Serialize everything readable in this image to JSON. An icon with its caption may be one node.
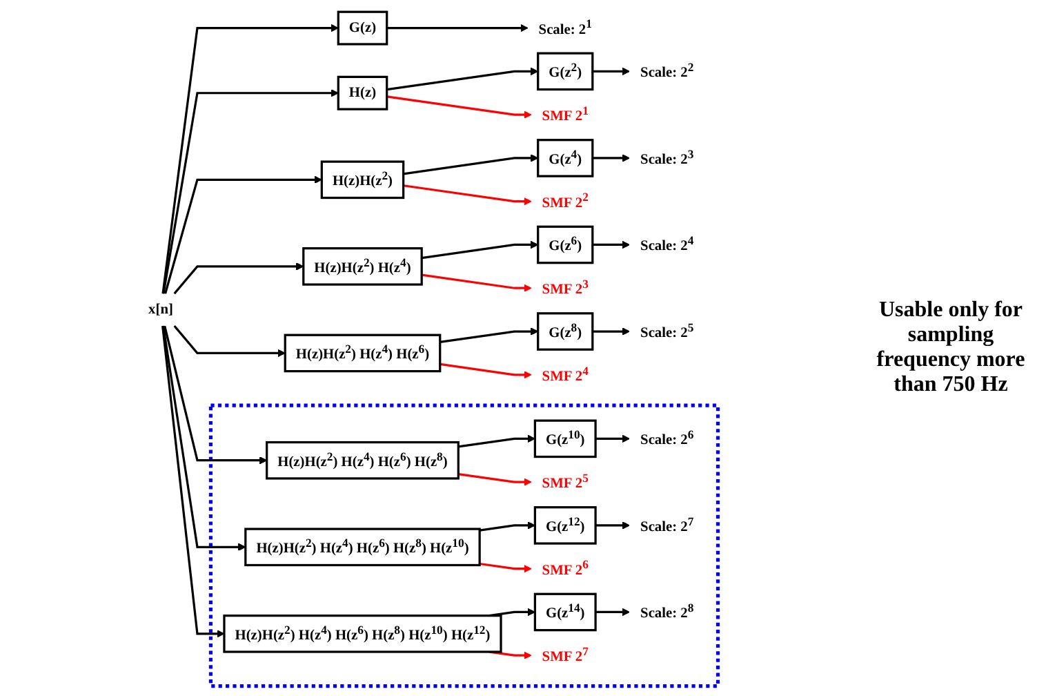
{
  "diagram": {
    "nodes": [
      {
        "text": [
          "x[n]"
        ]
      },
      {
        "text": [
          "G(z)"
        ]
      },
      {
        "text": [
          "Scale: 2$^{1}$"
        ]
      },
      {
        "text": [
          "H(z)"
        ]
      },
      {
        "text": [
          "G(z$^{2}$)"
        ]
      },
      {
        "text": [
          "Scale: 2$^{2}$"
        ]
      },
      {
        "text": [
          "SMF 2$^{1}$"
        ]
      },
      {
        "text": [
          "H(z)H(z$^{2}$)"
        ]
      },
      {
        "text": [
          "G(z$^{4}$)"
        ]
      },
      {
        "text": [
          "Scale: 2$^{3}$"
        ]
      },
      {
        "text": [
          "SMF 2$^{2}$"
        ]
      },
      {
        "text": [
          "H(z)H(z$^{2}$) H(z$^{4}$)"
        ]
      },
      {
        "text": [
          "G(z$^{6}$)"
        ]
      },
      {
        "text": [
          "Scale: 2$^{4}$"
        ]
      },
      {
        "text": [
          "SMF 2$^{3}$"
        ]
      },
      {
        "text": [
          "H(z)H(z$^{2}$) H(z$^{4}$) H(z$^{6}$)"
        ]
      },
      {
        "text": [
          "G(z$^{8}$)"
        ]
      },
      {
        "text": [
          "Scale: 2$^{5}$"
        ]
      },
      {
        "text": [
          "SMF 2$^{4}$"
        ]
      },
      {
        "text": [],
        "shape": "box"
      },
      {
        "text": [
          "H(z)H(z$^{2}$) H(z$^{4}$) H(z$^{6}$) H(z$^{8}$)"
        ],
        "in": 19
      },
      {
        "text": [
          "G(z$^{10}$)"
        ],
        "in": 19
      },
      {
        "text": [
          "Scale: 2$^{6}$"
        ],
        "in": 19
      },
      {
        "text": [
          "SMF 2$^{5}$"
        ],
        "in": 19
      },
      {
        "text": [
          "H(z)H(z$^{2}$) H(z$^{4}$) H(z$^{6}$) H(z$^{8}$) H(z$^{10}$)"
        ],
        "in": 19
      },
      {
        "text": [
          "G(z$^{12}$)"
        ],
        "in": 19
      },
      {
        "text": [
          "Scale: 2$^{7}$"
        ],
        "in": 19
      },
      {
        "text": [
          "SMF 2$^{6}$"
        ],
        "in": 19
      },
      {
        "text": [
          "H(z)H(z$^{2}$) H(z$^{4}$) H(z$^{6}$) H(z$^{8}$) H(z$^{10}$) H(z$^{12}$)"
        ],
        "in": 19
      },
      {
        "text": [
          "G(z$^{14}$)"
        ],
        "in": 19
      },
      {
        "text": [
          "Scale: 2$^{8}$"
        ],
        "in": 19
      },
      {
        "text": [
          "SMF 2$^{7}$"
        ],
        "in": 19
      }
    ],
    "edges": [
      {
        "from": 0,
        "to": 1,
        "arrow": "to"
      },
      {
        "from": 0,
        "to": 3,
        "arrow": "to"
      },
      {
        "from": 0,
        "to": 7,
        "arrow": "to"
      },
      {
        "from": 0,
        "to": 11,
        "arrow": "to"
      },
      {
        "from": 0,
        "to": 15,
        "arrow": "to"
      },
      {
        "from": 0,
        "to": 20,
        "arrow": "to"
      },
      {
        "from": 0,
        "to": 24,
        "arrow": "to"
      },
      {
        "from": 0,
        "to": 28,
        "arrow": "to"
      },
      {
        "from": 1,
        "to": 2,
        "arrow": "to"
      },
      {
        "from": 3,
        "to": 4,
        "arrow": "to"
      },
      {
        "from": 4,
        "to": 5,
        "arrow": "to"
      },
      {
        "from": 3,
        "to": 6,
        "arrow": "to",
        "color": "#ff0000"
      },
      {
        "from": 7,
        "to": 8,
        "arrow": "to"
      },
      {
        "from": 8,
        "to": 9,
        "arrow": "to"
      },
      {
        "from": 7,
        "to": 10,
        "arrow": "to",
        "color": "#ff0000"
      },
      {
        "from": 11,
        "to": 12,
        "arrow": "to"
      },
      {
        "from": 12,
        "to": 13,
        "arrow": "to"
      },
      {
        "from": 11,
        "to": 14,
        "arrow": "to",
        "color": "#ff0000"
      },
      {
        "from": 15,
        "to": 16,
        "arrow": "to"
      },
      {
        "from": 16,
        "to": 17,
        "arrow": "to"
      },
      {
        "from": 15,
        "to": 18,
        "arrow": "to",
        "color": "#ff0000"
      },
      {
        "from": 20,
        "to": 21,
        "arrow": "to"
      },
      {
        "from": 21,
        "to": 22,
        "arrow": "to"
      },
      {
        "from": 20,
        "to": 23,
        "arrow": "to",
        "color": "#ff0000"
      },
      {
        "from": 24,
        "to": 25,
        "arrow": "to"
      },
      {
        "from": 25,
        "to": 26,
        "arrow": "to"
      },
      {
        "from": 24,
        "to": 27,
        "arrow": "to",
        "color": "#ff0000"
      },
      {
        "from": 28,
        "to": 29,
        "arrow": "to"
      },
      {
        "from": 29,
        "to": 30,
        "arrow": "to"
      },
      {
        "from": 28,
        "to": 31,
        "arrow": "to",
        "color": "#ff0000"
      }
    ],
    "labels": [
      "Usable only for sampling frequency more than 750 Hz"
    ]
  }
}
